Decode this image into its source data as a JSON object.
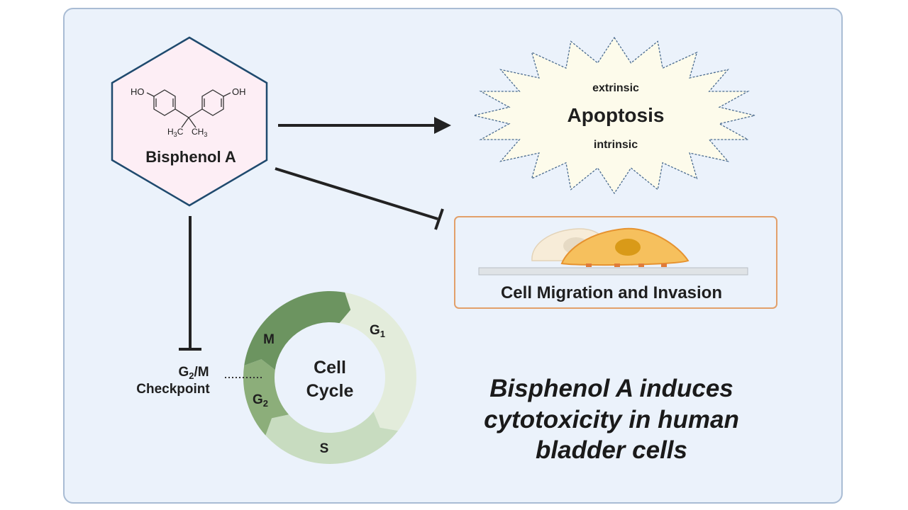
{
  "bpa": {
    "name": "Bisphenol A",
    "ho_left": "HO",
    "oh_right": "OH",
    "methyl_left": "H",
    "methyl_left_sub": "3",
    "methyl_left_tail": "C",
    "methyl_right": "CH",
    "methyl_right_sub": "3"
  },
  "apoptosis": {
    "label": "Apoptosis",
    "top_label": "extrinsic",
    "bottom_label": "intrinsic"
  },
  "migration": {
    "label": "Cell Migration and Invasion"
  },
  "checkpoint": {
    "line1_main": "G",
    "line1_sub": "2",
    "line1_tail": "/M",
    "line2": "Checkpoint"
  },
  "cell_cycle": {
    "center_line1": "Cell",
    "center_line2": "Cycle",
    "phase_m": "M",
    "phase_g1_main": "G",
    "phase_g1_sub": "1",
    "phase_s": "S",
    "phase_g2_main": "G",
    "phase_g2_sub": "2"
  },
  "summary": {
    "line1": "Bisphenol A induces",
    "line2": "cytotoxicity in human",
    "line3": "bladder cells"
  },
  "colors": {
    "panel_bg": "#ebf2fb",
    "hexagon_fill": "#fdeef5",
    "hexagon_stroke": "#1f4a6e",
    "starburst_fill": "#fdfbeb",
    "migration_border": "#e2a06a",
    "cell_orange": "#f6c05d",
    "phase_m": "#6c9460",
    "phase_g2": "#8cae7a",
    "phase_s": "#c8dcc0",
    "phase_g1": "#e3ecdb"
  }
}
